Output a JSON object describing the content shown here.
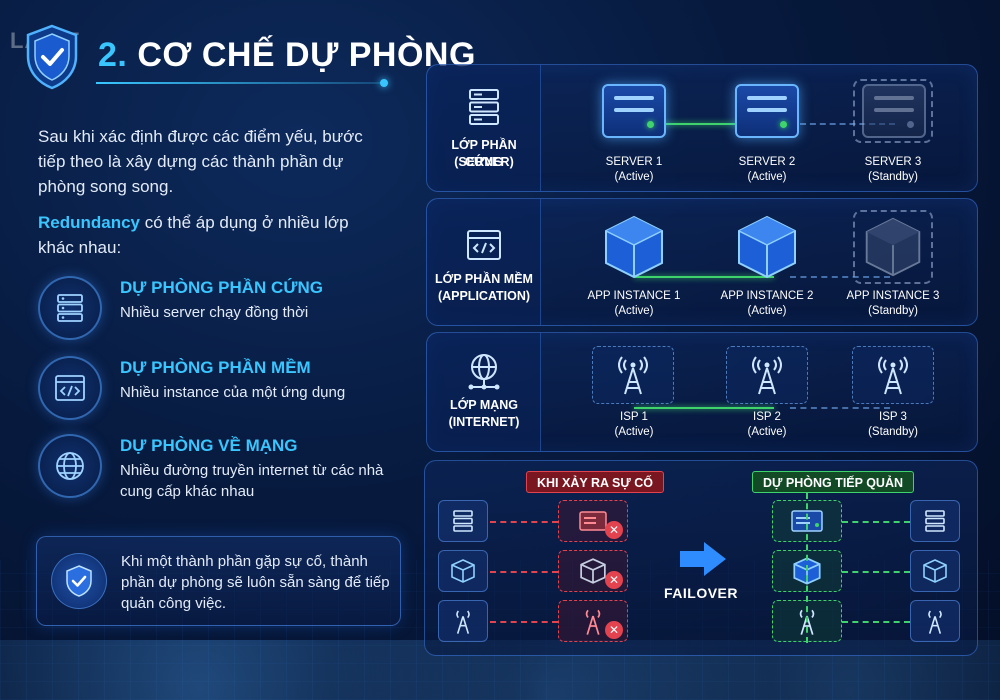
{
  "header": {
    "brand": "LANIT",
    "title_number": "2.",
    "title_text": "CƠ CHẾ DỰ PHÒNG"
  },
  "intro": {
    "paragraph1": "Sau khi xác định được các điểm yếu, bước tiếp theo là xây dựng các thành phần dự phòng song song.",
    "highlight": "Redundancy",
    "paragraph2_rest": " có thể áp dụng ở nhiều lớp khác nhau:"
  },
  "layers": [
    {
      "icon": "server-rack-icon",
      "title": "DỰ PHÒNG PHẦN CỨNG",
      "desc": "Nhiều server chạy đồng thời"
    },
    {
      "icon": "code-window-icon",
      "title": "DỰ PHÒNG PHẦN MỀM",
      "desc": "Nhiều instance của một ứng dụng"
    },
    {
      "icon": "globe-icon",
      "title": "DỰ PHÒNG VỀ MẠNG",
      "desc": "Nhiều đường truyền internet từ các nhà cung cấp khác nhau"
    }
  ],
  "note": {
    "text": "Khi một thành phần gặp sự cố, thành phần dự phòng sẽ luôn sẵn sàng để tiếp quản công việc."
  },
  "panels": {
    "hardware": {
      "label_line1": "LỚP PHẦN CỨNG",
      "label_line2": "(SERVER)",
      "nodes": [
        {
          "name": "SERVER 1",
          "status": "(Active)"
        },
        {
          "name": "SERVER 2",
          "status": "(Active)"
        },
        {
          "name": "SERVER 3",
          "status": "(Standby)"
        }
      ]
    },
    "software": {
      "label_line1": "LỚP PHẦN MỀM",
      "label_line2": "(APPLICATION)",
      "nodes": [
        {
          "name": "APP INSTANCE 1",
          "status": "(Active)"
        },
        {
          "name": "APP INSTANCE 2",
          "status": "(Active)"
        },
        {
          "name": "APP INSTANCE 3",
          "status": "(Standby)"
        }
      ]
    },
    "network": {
      "label_line1": "LỚP MẠNG",
      "label_line2": "(INTERNET)",
      "nodes": [
        {
          "name": "ISP 1",
          "status": "(Active)"
        },
        {
          "name": "ISP 2",
          "status": "(Active)"
        },
        {
          "name": "ISP 3",
          "status": "(Standby)"
        }
      ]
    }
  },
  "failover": {
    "incident_tag": "KHI XẢY RA SỰ CỐ",
    "takeover_tag": "DỰ PHÒNG TIẾP QUẢN",
    "label": "FAILOVER",
    "fail_mark": "✕"
  },
  "colors": {
    "accent": "#39c6ff",
    "active_green": "#3ed46b",
    "fail_red": "#e2434f",
    "background": "#071a3e"
  }
}
